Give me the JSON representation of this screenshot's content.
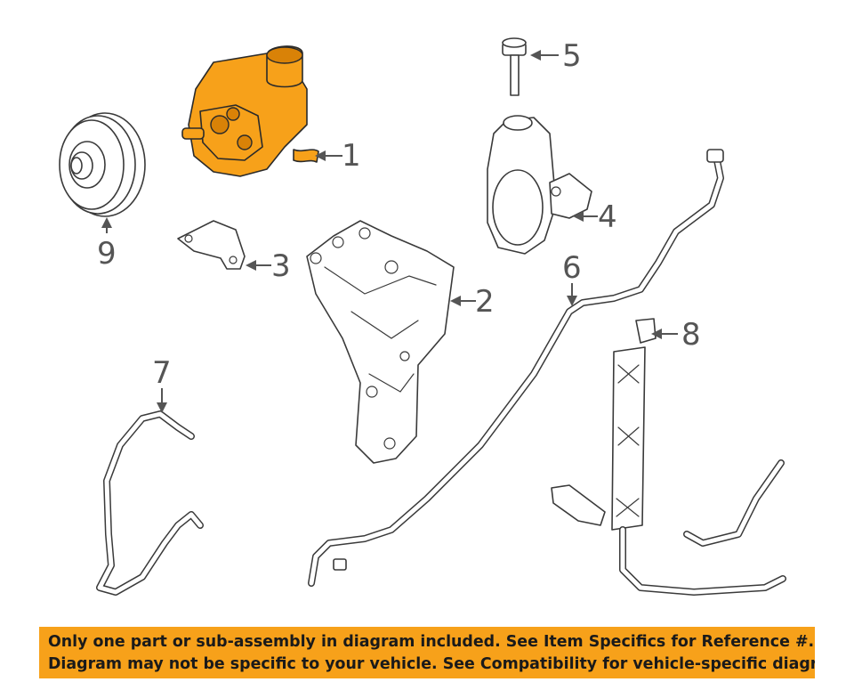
{
  "diagram": {
    "callouts": [
      "1",
      "2",
      "3",
      "4",
      "5",
      "6",
      "7",
      "8",
      "9"
    ],
    "highlight_color": "#f7a11a",
    "highlighted_part": "1"
  },
  "notice": {
    "line1": "Only one part or sub-assembly in diagram included. See Item Specifics for Reference #.",
    "line2": "Diagram may not be specific to your vehicle. See Compatibility for vehicle-specific diagrams."
  }
}
